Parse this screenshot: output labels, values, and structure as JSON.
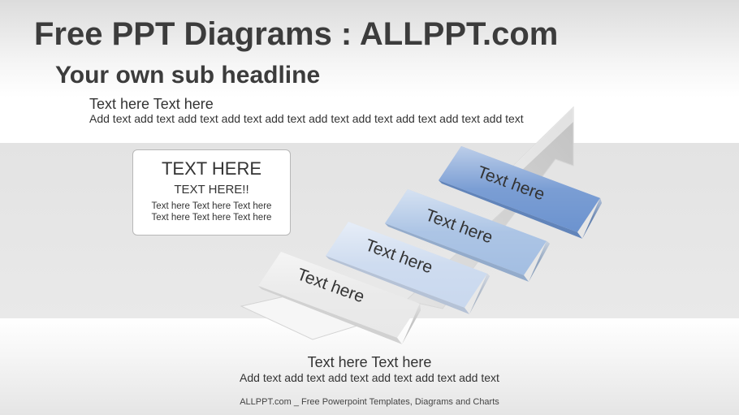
{
  "title": "Free PPT Diagrams : ALLPPT.com",
  "subtitle": "Your own sub headline",
  "intro": {
    "heading": "Text here Text here",
    "body": "Add text add text add text add text add text add text add text add text add text add text"
  },
  "callout": {
    "heading": "TEXT HERE",
    "subheading": "TEXT HERE!!",
    "lines": [
      "Text here Text here Text here",
      "Text here Text here Text here"
    ]
  },
  "steps": [
    {
      "label": "Text here",
      "color": "#e8e8e8"
    },
    {
      "label": "Text here",
      "color": "#c9d8ee"
    },
    {
      "label": "Text here",
      "color": "#a3bee2"
    },
    {
      "label": "Text here",
      "color": "#6c93cf"
    }
  ],
  "footer": {
    "heading": "Text here Text here",
    "body": "Add text add text add text add text add text add text"
  },
  "credit": "ALLPPT.com _ Free Powerpoint Templates, Diagrams and Charts",
  "colors": {
    "arrow": "#cfcfcf",
    "title": "#3c3c3c"
  }
}
